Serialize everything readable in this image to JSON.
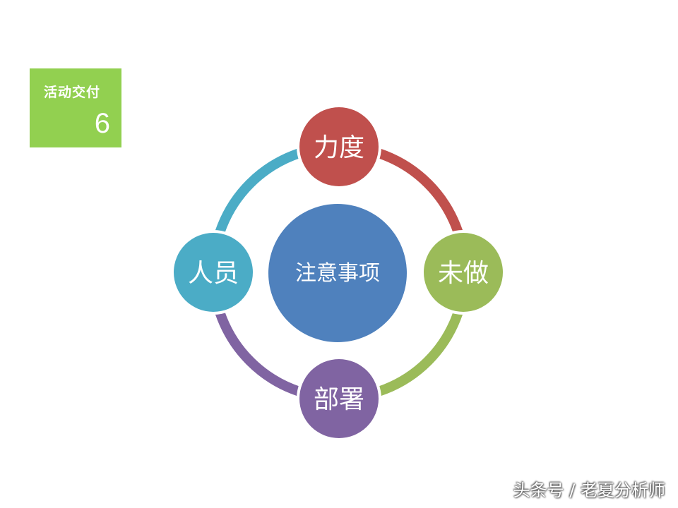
{
  "badge": {
    "title": "活动交付",
    "number": "6"
  },
  "diagram": {
    "center": {
      "label": "注意事项",
      "color": "#4f81bd"
    },
    "nodes": [
      {
        "id": "top",
        "label": "力度",
        "color": "#c0504d"
      },
      {
        "id": "right",
        "label": "未做",
        "color": "#9bbb59"
      },
      {
        "id": "bottom",
        "label": "部署",
        "color": "#8064a2"
      },
      {
        "id": "left",
        "label": "人员",
        "color": "#4bacc6"
      }
    ]
  },
  "watermark": "头条号 / 老夏分析师"
}
